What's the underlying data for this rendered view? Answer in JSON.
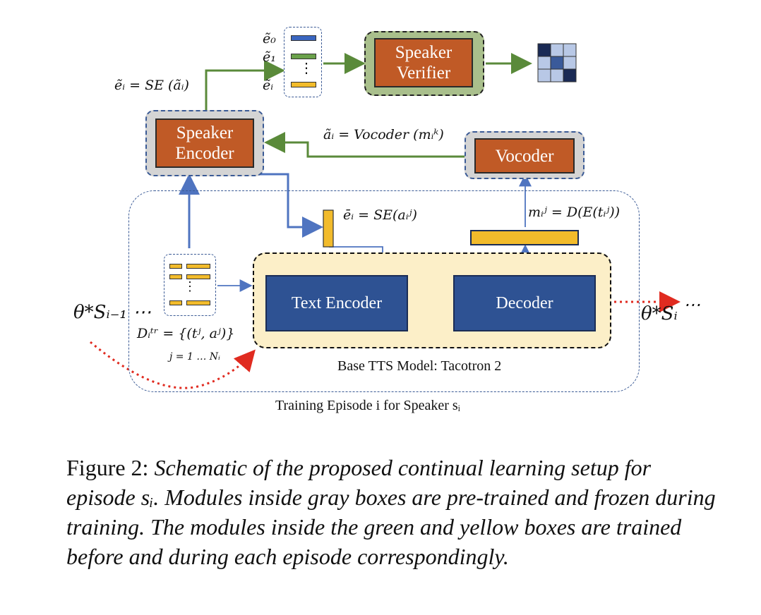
{
  "diagram": {
    "nodes": {
      "speaker_encoder": "Speaker\nEncoder",
      "speaker_verifier": "Speaker\nVerifier",
      "vocoder": "Vocoder",
      "text_encoder": "Text Encoder",
      "decoder": "Decoder"
    },
    "labels": {
      "se_eq": "ẽᵢ = SE (ãᵢ)",
      "vocoder_eq": "ãᵢ = Vocoder (mᵢᵏ)",
      "mean_eq": "ēᵢ = SE(aᵢʲ)",
      "mel_eq": "mᵢʲ = D(E(tᵢʲ))",
      "dataset_eq": "Dᵢᵗʳ = {(tʲ, aʲ)}",
      "dataset_range": "j = 1 … Nᵢ",
      "theta_prev": "θ*Sᵢ₋₁ ⋯",
      "theta_curr": "θ*Sᵢ",
      "ellipsis_right": "⋯",
      "emb_e0": "ẽ₀",
      "emb_e1": "ẽ₁",
      "emb_ei": "ẽᵢ",
      "emb_dots": "⋮",
      "base_model": "Base  TTS Model: Tacotron 2",
      "episode": "Training Episode i  for Speaker sᵢ"
    },
    "colors": {
      "orange": "#c05a26",
      "blue": "#2e5293",
      "gray_frame": "#d4d4d4",
      "green_frame": "#a9bf8c",
      "yellow_frame": "#fcefc8",
      "arrow_green": "#5a8a3a",
      "arrow_blue": "#4f74c0",
      "arrow_red": "#e02b20",
      "bar_yellow": "#f2bb2b"
    }
  },
  "caption": {
    "prefix": "Figure 2:",
    "text": "Schematic of the proposed continual learning setup for episode sᵢ. Modules inside gray boxes are pre-trained and frozen during training. The modules inside the green and yellow boxes are trained before and during each episode correspondingly."
  }
}
